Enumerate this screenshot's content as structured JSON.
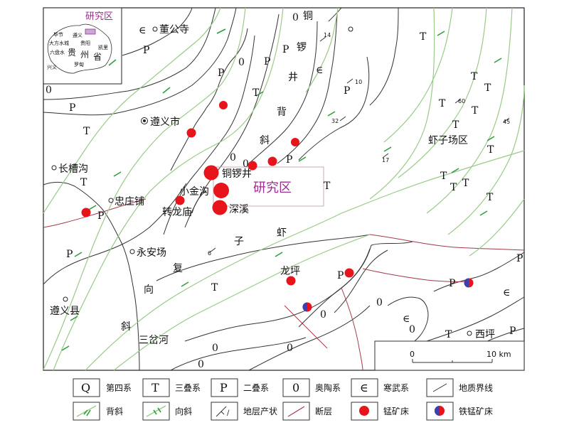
{
  "places": {
    "dongongsi": "董公寺",
    "zunyi_city": "遵义市",
    "changcaogou": "长槽沟",
    "zhongzhuangpu": "忠庄铺",
    "xiaojingou": "小金沟",
    "zhuanlongmiao": "转龙庙",
    "tongluojing": "铜锣井",
    "shenxi": "深溪",
    "yonganchang": "永安场",
    "zunyi_county": "遵义县",
    "sanchahe": "三岔河",
    "longping": "龙坪",
    "xiping": "西坪",
    "xiazichang": "虾子场区"
  },
  "study_area_label": "研究区",
  "structures": {
    "tongluojing_anticline": [
      "铜",
      "锣",
      "井",
      "背",
      "斜"
    ],
    "xiazi_syncline": [
      "虾",
      "子",
      "复",
      "向",
      "斜"
    ]
  },
  "dips": [
    "14",
    "10",
    "32",
    "17",
    "60",
    "45",
    "6"
  ],
  "strata_symbols": {
    "T": "T",
    "P": "P",
    "O": "0",
    "C": "∈"
  },
  "inset": {
    "study_area": "研究区",
    "province": [
      "贵",
      "州",
      "省"
    ],
    "cities": [
      "毕节",
      "遵义",
      "大方",
      "水城",
      "贵阳",
      "凯里",
      "罗甸",
      "兴义",
      "六盘水"
    ]
  },
  "scale_bar": {
    "start": "0",
    "end": "10 km"
  },
  "legend": [
    {
      "id": "quaternary",
      "symbol": "Q",
      "label": "第四系"
    },
    {
      "id": "triassic",
      "symbol": "T",
      "label": "三叠系"
    },
    {
      "id": "permian",
      "symbol": "P",
      "label": "二叠系"
    },
    {
      "id": "ordovician",
      "symbol": "0",
      "label": "奥陶系"
    },
    {
      "id": "cambrian",
      "symbol": "∈",
      "label": "寒武系"
    },
    {
      "id": "geo_boundary",
      "symbol": "",
      "label": "地质界线"
    },
    {
      "id": "anticline",
      "symbol": "",
      "label": "背斜"
    },
    {
      "id": "syncline",
      "symbol": "",
      "label": "向斜"
    },
    {
      "id": "attitude",
      "symbol": "",
      "label": "地层产状"
    },
    {
      "id": "fault",
      "symbol": "",
      "label": "断层"
    },
    {
      "id": "mn_deposit",
      "symbol": "",
      "label": "锰矿床"
    },
    {
      "id": "femn_deposit",
      "symbol": "",
      "label": "铁锰矿床"
    }
  ],
  "colors": {
    "boundary": "#333333",
    "fold_axis": "#9bc98a",
    "fault": "#a33a4a",
    "deposit": "#e8141c",
    "fe_mn_left": "#3b3fb0",
    "study_area": "#9a2f8e",
    "study_box": "#c9a8b8"
  }
}
